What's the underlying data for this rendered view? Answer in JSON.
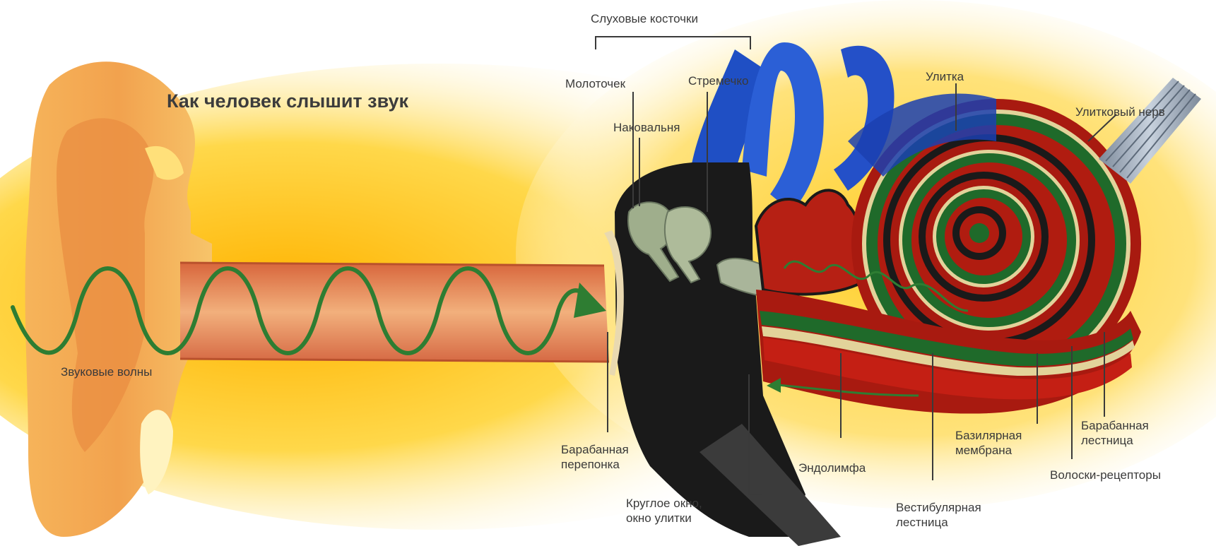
{
  "title": "Как человек слышит звук",
  "labels": {
    "ossicles": "Слуховые косточки",
    "malleus": "Молоточек",
    "incus": "Наковальня",
    "stapes": "Стремечко",
    "cochlea": "Улитка",
    "cochlear_nerve": "Улитковый нерв",
    "sound_waves": "Звуковые волны",
    "eardrum_1": "Барабанная",
    "eardrum_2": "перепонка",
    "round_window_1": "Круглое окно,",
    "round_window_2": "окно улитки",
    "endolymph": "Эндолимфа",
    "vestibular_1": "Вестибулярная",
    "vestibular_2": "лестница",
    "basilar_1": "Базилярная",
    "basilar_2": "мембрана",
    "tympanic_1": "Барабанная",
    "tympanic_2": "лестница",
    "hair_cells": "Волоски-рецепторы"
  },
  "colors": {
    "background": "#ffffff",
    "glow": "#ffd21a",
    "ear_skin": "#f3a64a",
    "canal": "#e38a5a",
    "wave": "#2e7d32",
    "vessels": "#1f4fc4",
    "dark_cavity": "#1a1a1a",
    "ossicle": "#9aaa8a",
    "cochlea_red": "#b01c10",
    "cochlea_green": "#1f6a2a",
    "cochlea_cream": "#e2d39a",
    "nerve": "#9aa8b8",
    "leader": "#3a3a3a"
  },
  "icons": [
    "ear-icon",
    "sound-wave-icon",
    "ossicles-icon",
    "cochlea-icon"
  ]
}
